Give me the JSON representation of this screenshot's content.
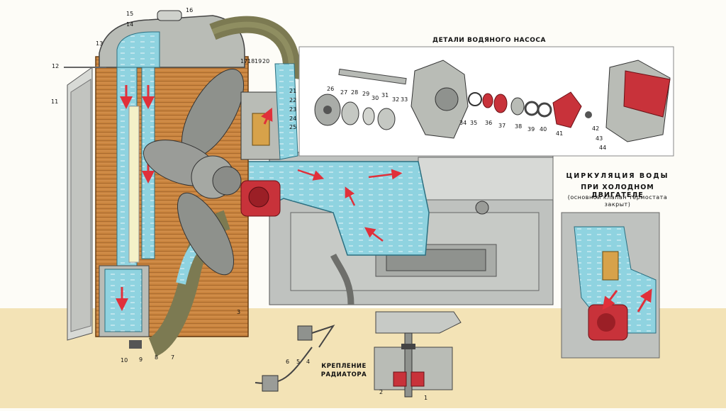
{
  "captions": {
    "pump_parts": "ДЕТАЛИ ВОДЯНОГО НАСОСА",
    "circulation_line1": "ЦИРКУЛЯЦИЯ ВОДЫ",
    "circulation_line2": "ПРИ ХОЛОДНОМ ДВИГАТЕЛЕ",
    "circulation_line3": "(основной клапан термостата",
    "circulation_line4": "закрыт)",
    "mount_line1": "КРЕПЛЕНИЕ",
    "mount_line2": "РАДИАТОРА"
  },
  "callouts": {
    "n1": "1",
    "n2": "2",
    "n3": "3",
    "n4": "4",
    "n5": "5",
    "n6": "6",
    "n7": "7",
    "n8": "8",
    "n9": "9",
    "n10": "10",
    "n11": "11",
    "n12": "12",
    "n13": "13",
    "n14": "14",
    "n15": "15",
    "n16": "16",
    "n17": "17",
    "n18": "18",
    "n19": "19",
    "n20": "20",
    "n21": "21",
    "n22": "22",
    "n23": "23",
    "n24": "24",
    "n25": "25",
    "n26": "26",
    "n27": "27",
    "n28": "28",
    "n29": "29",
    "n30": "30",
    "n31": "31",
    "n32": "32",
    "n33": "33",
    "n34": "34",
    "n35": "35",
    "n36": "36",
    "n37": "37",
    "n38": "38",
    "n39": "39",
    "n40": "40",
    "n41": "41",
    "n42": "42",
    "n43": "43",
    "n44": "44"
  },
  "colors": {
    "coolant": "#8fd3e0",
    "radiator_core": "#c9843e",
    "metal": "#b9bcb6",
    "hose": "#7c7a52",
    "pump_red": "#c8323a",
    "floor": "#f3e3b6"
  }
}
